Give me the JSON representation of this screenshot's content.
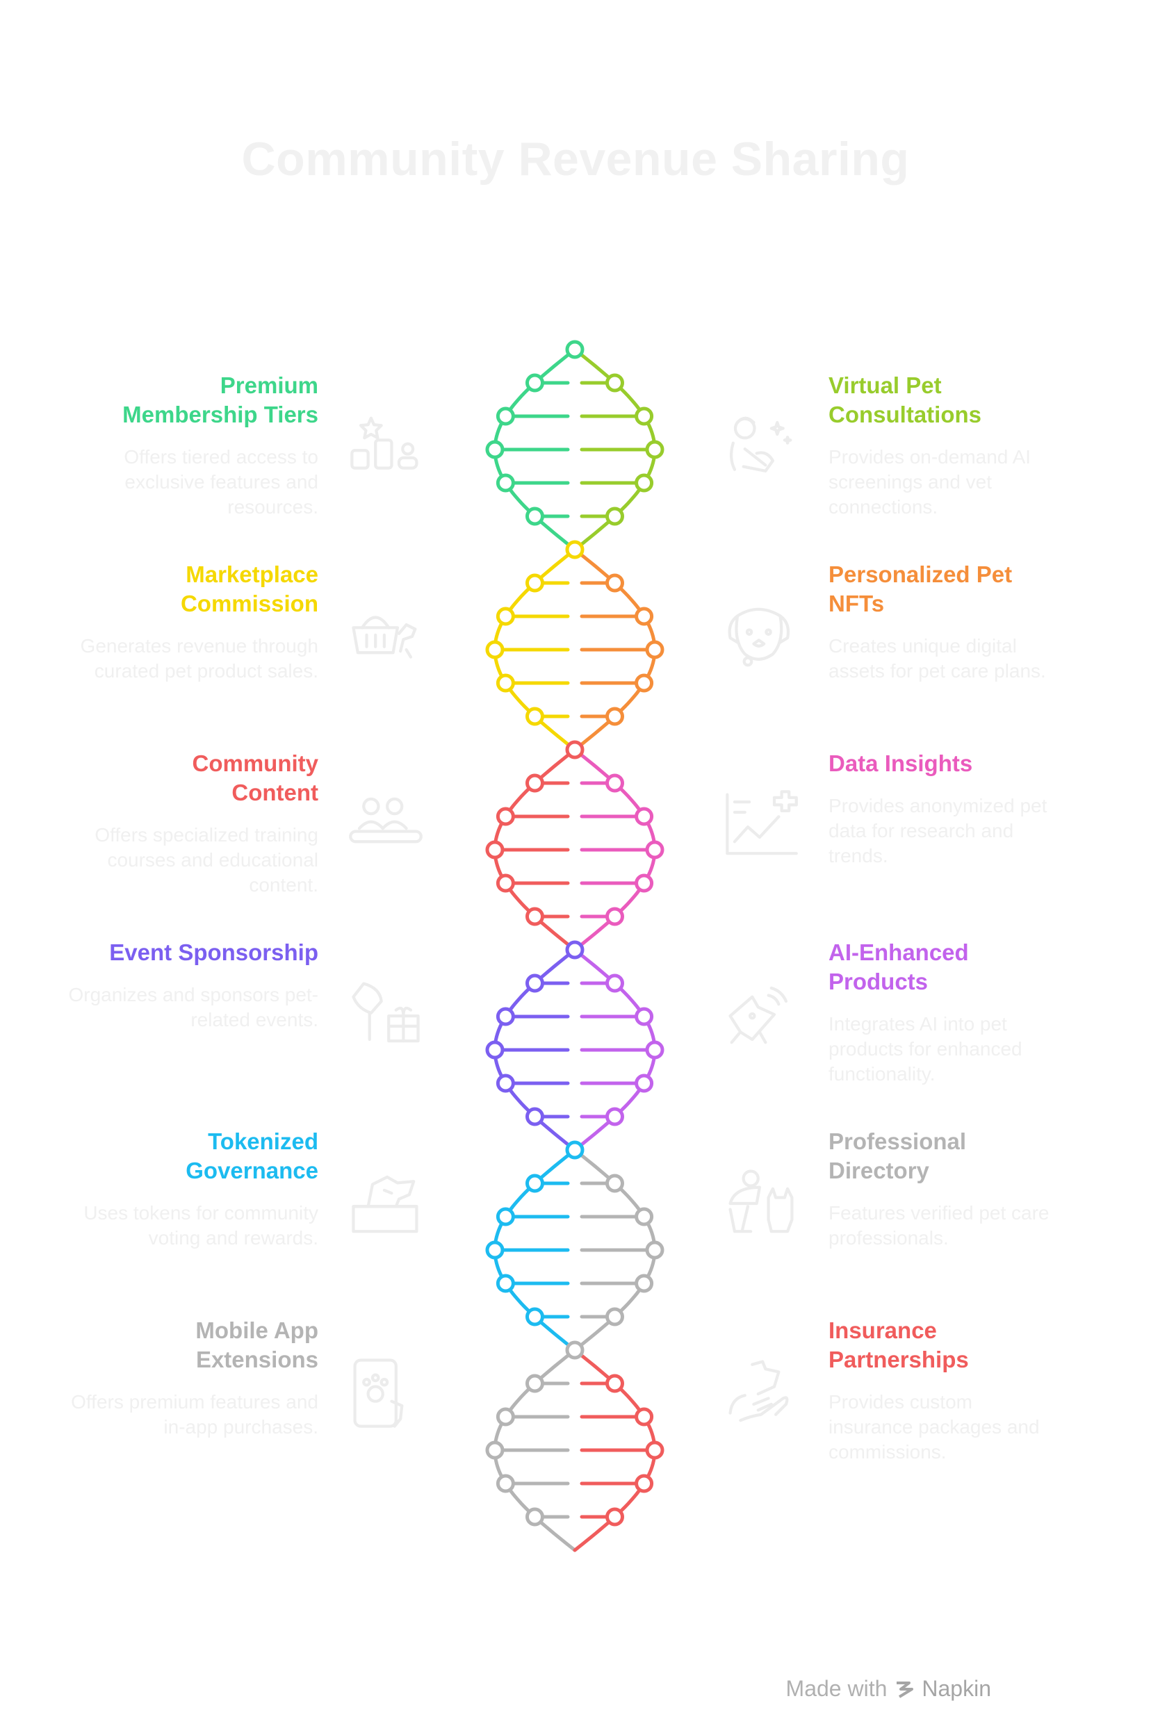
{
  "title": "Community Revenue Sharing",
  "items": [
    {
      "side": "left",
      "heading": "Premium\nMembership Tiers",
      "desc": "Offers tiered access to exclusive features and resources.",
      "color": "#3dd68a",
      "icon": "membership-tiers-icon"
    },
    {
      "side": "right",
      "heading": "Virtual Pet\nConsultations",
      "desc": "Provides on-demand AI screenings and vet connections.",
      "color": "#98cc2c",
      "icon": "vet-consult-icon"
    },
    {
      "side": "left",
      "heading": "Marketplace\nCommission",
      "desc": "Generates revenue through curated pet product sales.",
      "color": "#f5d800",
      "icon": "pet-basket-icon"
    },
    {
      "side": "right",
      "heading": "Personalized Pet\nNFTs",
      "desc": "Creates unique digital assets for pet care plans.",
      "color": "#f58e3a",
      "icon": "dog-face-icon"
    },
    {
      "side": "left",
      "heading": "Community\nContent",
      "desc": "Offers specialized training courses and educational content.",
      "color": "#f05c5c",
      "icon": "community-icon"
    },
    {
      "side": "right",
      "heading": "Data Insights",
      "desc": "Provides anonymized pet data for research and trends.",
      "color": "#ea5bbd",
      "icon": "data-chart-icon"
    },
    {
      "side": "left",
      "heading": "Event Sponsorship",
      "desc": "Organizes and sponsors pet-related events.",
      "color": "#7b5ff0",
      "icon": "event-gift-icon"
    },
    {
      "side": "right",
      "heading": "AI-Enhanced\nProducts",
      "desc": "Integrates AI into pet products for enhanced functionality.",
      "color": "#c263ec",
      "icon": "smart-pet-icon"
    },
    {
      "side": "left",
      "heading": "Tokenized\nGovernance",
      "desc": "Uses tokens for community voting and rewards.",
      "color": "#1cbbf0",
      "icon": "ballot-box-icon"
    },
    {
      "side": "right",
      "heading": "Professional\nDirectory",
      "desc": "Features verified pet care professionals.",
      "color": "#b4b4b4",
      "icon": "professional-icon"
    },
    {
      "side": "left",
      "heading": "Mobile App\nExtensions",
      "desc": "Offers premium features and in-app purchases.",
      "color": "#b4b4b4",
      "icon": "mobile-app-icon"
    },
    {
      "side": "right",
      "heading": "Insurance\nPartnerships",
      "desc": "Provides custom insurance packages and commissions.",
      "color": "#f05c5c",
      "icon": "insurance-hand-icon"
    }
  ],
  "footer": {
    "made_with": "Made with",
    "brand": "Napkin"
  }
}
